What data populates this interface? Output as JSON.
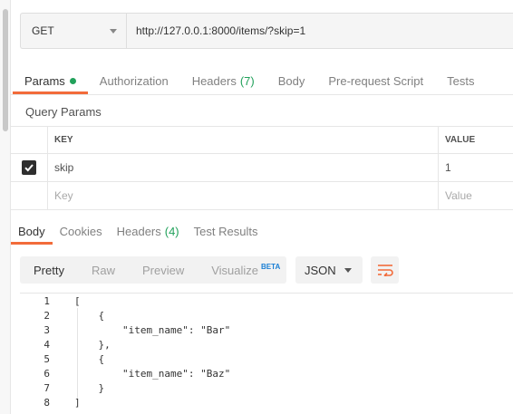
{
  "request": {
    "method": "GET",
    "url": "http://127.0.0.1:8000/items/?skip=1"
  },
  "request_tabs": [
    {
      "label": "Params",
      "active": true,
      "dot": true
    },
    {
      "label": "Authorization"
    },
    {
      "label": "Headers",
      "count": "(7)"
    },
    {
      "label": "Body"
    },
    {
      "label": "Pre-request Script"
    },
    {
      "label": "Tests"
    }
  ],
  "query_params": {
    "title": "Query Params",
    "columns": {
      "key": "KEY",
      "value": "VALUE"
    },
    "rows": [
      {
        "checked": true,
        "key": "skip",
        "value": "1"
      }
    ],
    "placeholder": {
      "key": "Key",
      "value": "Value"
    }
  },
  "response_tabs": [
    {
      "label": "Body",
      "active": true
    },
    {
      "label": "Cookies"
    },
    {
      "label": "Headers",
      "count": "(4)"
    },
    {
      "label": "Test Results"
    }
  ],
  "view_modes": {
    "pretty": "Pretty",
    "raw": "Raw",
    "preview": "Preview",
    "visualize": "Visualize",
    "beta": "BETA"
  },
  "format": "JSON",
  "code_lines": [
    {
      "n": "1",
      "text": "["
    },
    {
      "n": "2",
      "text": "    {"
    },
    {
      "n": "3",
      "text": "        \"item_name\": \"Bar\""
    },
    {
      "n": "4",
      "text": "    },"
    },
    {
      "n": "5",
      "text": "    {"
    },
    {
      "n": "6",
      "text": "        \"item_name\": \"Baz\""
    },
    {
      "n": "7",
      "text": "    }"
    },
    {
      "n": "8",
      "text": "]"
    }
  ],
  "colors": {
    "accent": "#f26b3a",
    "green": "#22a15b",
    "beta_blue": "#1a7fd4"
  },
  "icons": {
    "checkbox": "check-icon",
    "wrap": "wrap-lines-icon",
    "select": "chevron-down-icon"
  }
}
